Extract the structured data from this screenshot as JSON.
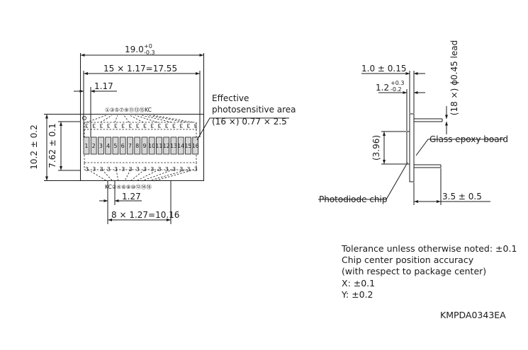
{
  "front_view": {
    "overall_width": {
      "main": "19.0",
      "upper": "+0",
      "lower": "-0.3"
    },
    "array_width": "15 × 1.17=17.55",
    "pitch": "1.17",
    "top_pin_numbers": "①③⑤⑦⑨⑪⑬⑮KC",
    "effective_area": {
      "line1": "Effective",
      "line2": "photosensitive area",
      "line3": "(16 ×) 0.77 × 2.5"
    },
    "height_total": "10.2 ± 0.2",
    "height_inner": "7.62 ± 0.1",
    "element_numbers": [
      "1",
      "2",
      "3",
      "4",
      "5",
      "6",
      "7",
      "8",
      "9",
      "10",
      "11",
      "12",
      "13",
      "14",
      "15",
      "16"
    ],
    "top_wire_labels": [
      "3",
      "3",
      "3",
      "3",
      "3",
      "3",
      "3",
      "3",
      "3",
      "3",
      "3",
      "3",
      "3",
      "3",
      "3",
      "3"
    ],
    "bottom_wire_labels": [
      "3",
      "3",
      "3",
      "3",
      "3",
      "3",
      "3",
      "3",
      "3",
      "3",
      "3",
      "3",
      "3",
      "3",
      "3",
      "3"
    ],
    "bottom_pin_numbers": "KC②④⑥⑧⑩⑫⑭⑯",
    "lead_pitch": "1.27",
    "lead_span": "8 × 1.27=10.16"
  },
  "side_view": {
    "board_thickness": "1.0 ± 0.15",
    "chip_offset": {
      "main": "1.2",
      "upper": "+0.3",
      "lower": "-0.2"
    },
    "lead_spec": "(18 ×) ϕ0.45 lead",
    "chip_height": "(3.96)",
    "board_label": "Glass epoxy board",
    "chip_label": "Photodiode chip",
    "lead_length": "3.5 ± 0.5"
  },
  "notes": [
    "Tolerance unless otherwise noted: ±0.1",
    "Chip center position accuracy",
    "(with respect to package center)",
    "X: ±0.1",
    "Y: ±0.2"
  ],
  "document_code": "KMPDA0343EA"
}
